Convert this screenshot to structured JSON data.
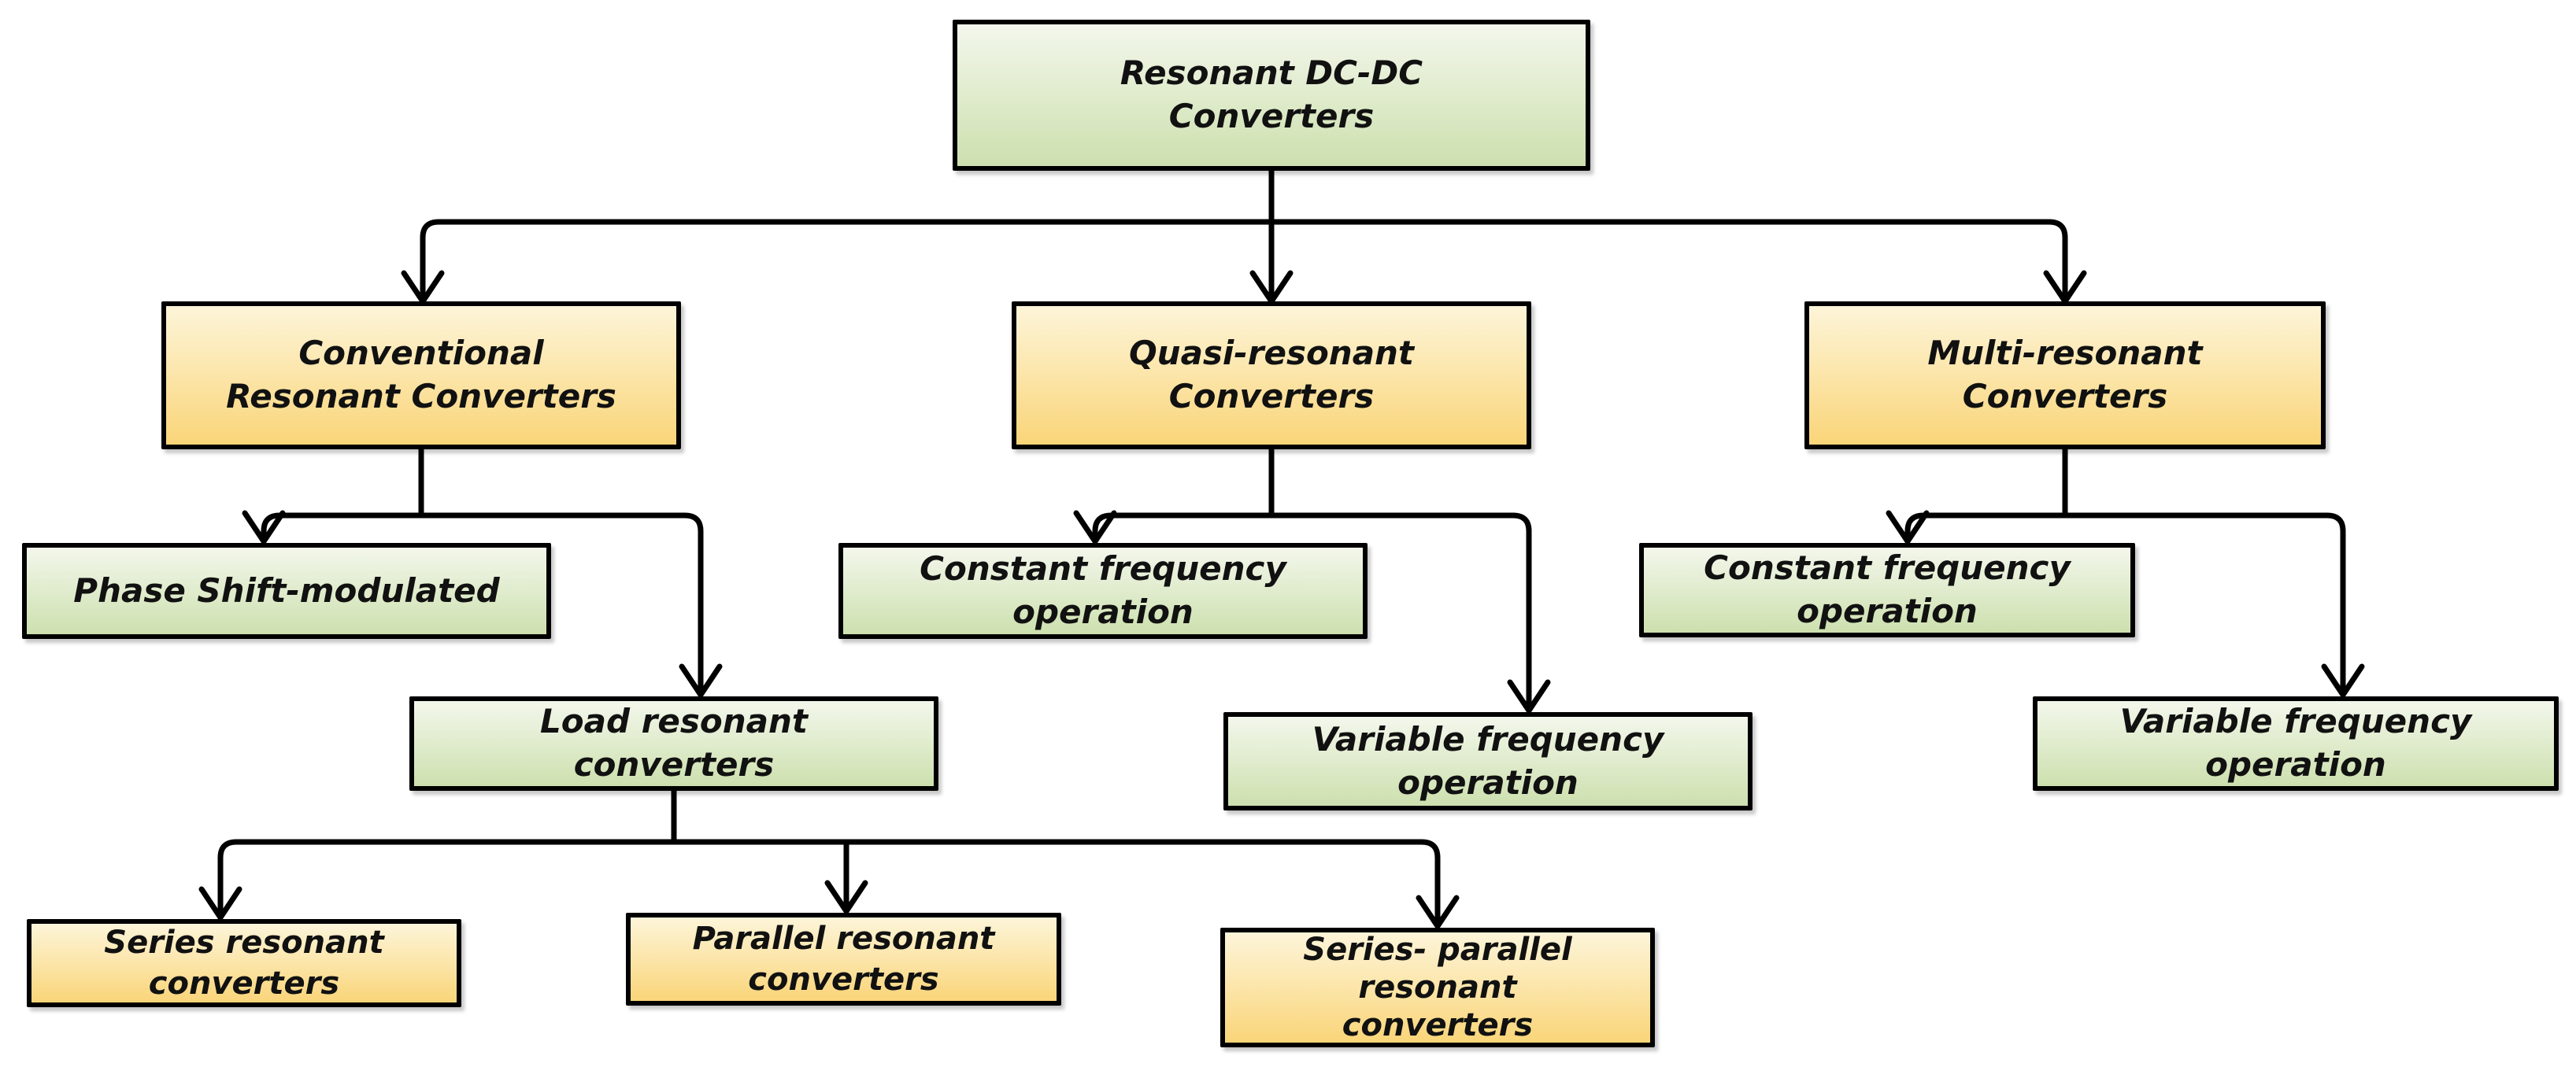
{
  "diagram": {
    "type": "flowchart",
    "colors": {
      "green_top": "#f3f7ec",
      "green_bottom": "#cde0ae",
      "yellow_top": "#fdf5d9",
      "yellow_bottom": "#fad579",
      "border_color": "#000000",
      "line_color": "#000000",
      "text_color": "#111111"
    },
    "nodes": {
      "root": {
        "label": "Resonant  DC-DC\nConverters",
        "color": "green"
      },
      "conventional": {
        "label": "Conventional\nResonant Converters",
        "color": "yellow"
      },
      "quasi": {
        "label": "Quasi-resonant\nConverters",
        "color": "yellow"
      },
      "multi": {
        "label": "Multi-resonant\nConverters",
        "color": "yellow"
      },
      "phase_shift": {
        "label": "Phase Shift-modulated",
        "color": "green"
      },
      "load_resonant": {
        "label": "Load resonant\nconverters",
        "color": "green"
      },
      "constant_freq_quasi": {
        "label": "Constant frequency\noperation",
        "color": "green"
      },
      "variable_freq_quasi": {
        "label": "Variable  frequency\noperation",
        "color": "green"
      },
      "constant_freq_multi": {
        "label": "Constant frequency\noperation",
        "color": "green"
      },
      "variable_freq_multi": {
        "label": "Variable frequency\noperation",
        "color": "green"
      },
      "series": {
        "label": "Series resonant\nconverters",
        "color": "yellow"
      },
      "parallel": {
        "label": "Parallel resonant\nconverters",
        "color": "yellow"
      },
      "series_parallel": {
        "label": "Series- parallel\nresonant\nconverters",
        "color": "yellow"
      }
    },
    "edges": [
      {
        "from": "root",
        "to": "conventional"
      },
      {
        "from": "root",
        "to": "quasi"
      },
      {
        "from": "root",
        "to": "multi"
      },
      {
        "from": "conventional",
        "to": "phase_shift"
      },
      {
        "from": "conventional",
        "to": "load_resonant"
      },
      {
        "from": "quasi",
        "to": "constant_freq_quasi"
      },
      {
        "from": "quasi",
        "to": "variable_freq_quasi"
      },
      {
        "from": "multi",
        "to": "constant_freq_multi"
      },
      {
        "from": "multi",
        "to": "variable_freq_multi"
      },
      {
        "from": "load_resonant",
        "to": "series"
      },
      {
        "from": "load_resonant",
        "to": "parallel"
      },
      {
        "from": "load_resonant",
        "to": "series_parallel"
      }
    ]
  }
}
